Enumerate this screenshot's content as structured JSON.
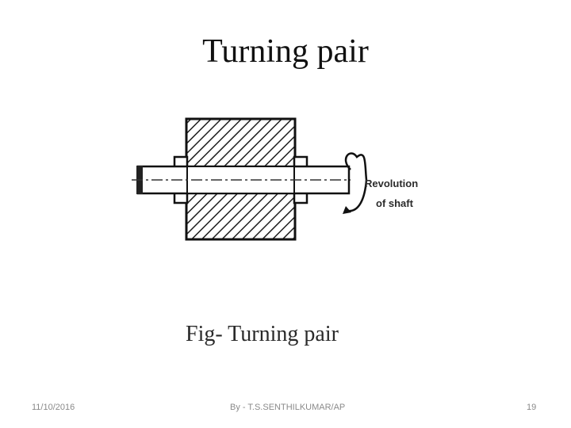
{
  "slide": {
    "title": "Turning pair"
  },
  "figure": {
    "label_line1": "Revolution",
    "label_line2": "of shaft",
    "caption": "Fig- Turning pair"
  },
  "footer": {
    "date": "11/10/2016",
    "author": "By - T.S.SENTHILKUMAR/AP",
    "page": "19"
  }
}
